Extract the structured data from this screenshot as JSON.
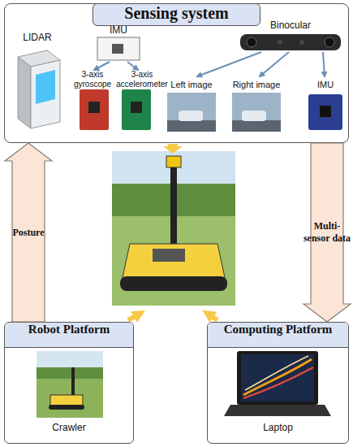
{
  "diagram": {
    "nodes": [
      {
        "text": [
          "Sensing system"
        ]
      },
      {
        "text": [
          "Robot Platform",
          "Crawler"
        ]
      },
      {
        "text": [
          "Computing Platform",
          "Laptop"
        ]
      }
    ],
    "edges": [
      {
        "from": 1,
        "to": 0,
        "label": "Posture",
        "arrow": "to"
      },
      {
        "from": 0,
        "to": 2,
        "label": "Multi-sensor data",
        "arrow": "to"
      }
    ],
    "labels": [
      "LIDAR",
      "IMU",
      "Binocular",
      "3-axis gyroscope",
      "3-axis accelerometer",
      "Left image",
      "Right image",
      "IMU"
    ]
  }
}
